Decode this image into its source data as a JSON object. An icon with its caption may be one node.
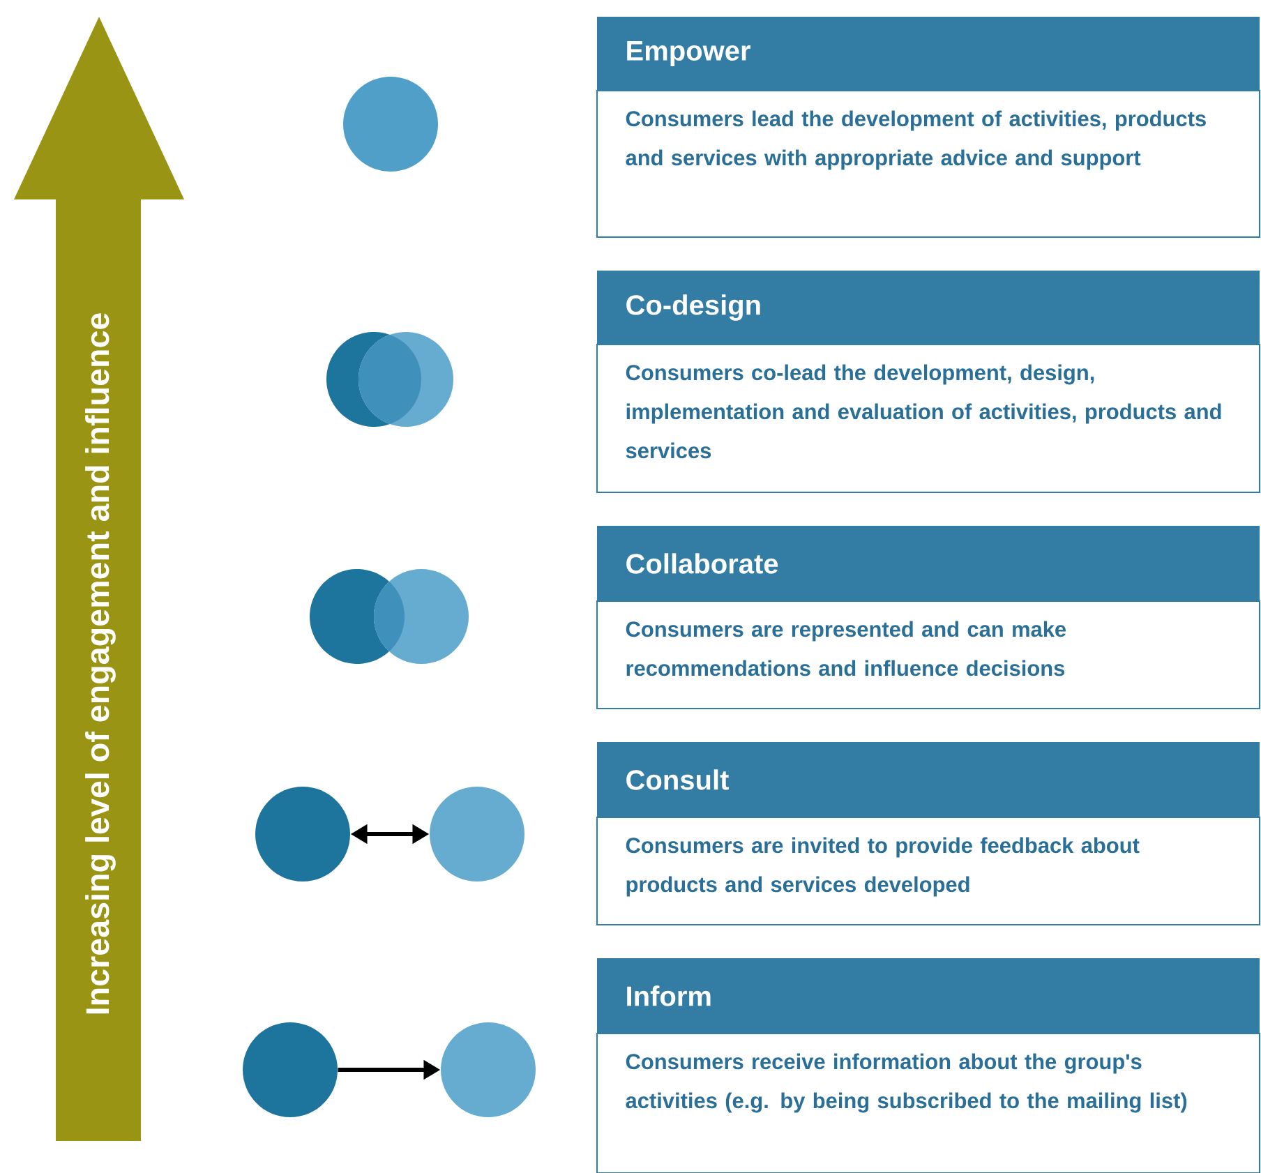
{
  "diagram": {
    "nodes": [
      {
        "text": [],
        "shape": "circle"
      },
      {
        "text": [
          "Empower",
          "Consumers lead the development of activities, products and services with appropriate advice and support"
        ]
      },
      {
        "text": [],
        "shape": "circle"
      },
      {
        "text": [],
        "shape": "circle"
      },
      {
        "text": [
          "Co-design",
          "Consumers co-lead the development, design, implementation and evaluation of activities, products and services"
        ]
      },
      {
        "text": [],
        "shape": "circle"
      },
      {
        "text": [],
        "shape": "circle"
      },
      {
        "text": [
          "Collaborate",
          "Consumers are represented and can make recommendations and influence decisions"
        ]
      },
      {
        "text": [],
        "shape": "circle"
      },
      {
        "text": [],
        "shape": "circle"
      },
      {
        "text": [
          "Consult",
          "Consumers are invited to provide feedback about products and services developed"
        ]
      },
      {
        "text": [],
        "shape": "circle"
      },
      {
        "text": [],
        "shape": "circle"
      },
      {
        "text": [
          "Inform",
          "Consumers receive information about the group's activities (e.g. by being subscribed to the mailing list)"
        ]
      }
    ],
    "edges": [
      {
        "from": 8,
        "to": 9,
        "arrow": "both"
      },
      {
        "from": 11,
        "to": 12,
        "arrow": "to"
      }
    ],
    "labels": [
      "Increasing level of engagement and influence"
    ]
  }
}
